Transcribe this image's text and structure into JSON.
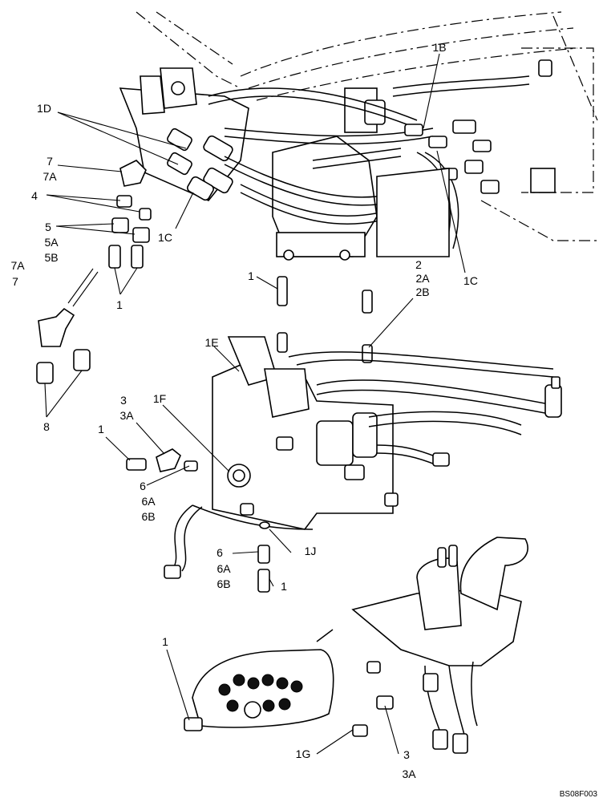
{
  "diagram": {
    "labels": {
      "l1B": "1B",
      "l1D": "1D",
      "l7": "7",
      "l7A": "7A",
      "l4": "4",
      "l5": "5",
      "l5A": "5A",
      "l5B": "5B",
      "l1C_left": "1C",
      "l1C_right": "1C",
      "l2": "2",
      "l2A": "2A",
      "l2B": "2B",
      "l7A_side": "7A",
      "l7_side": "7",
      "l1_top": "1",
      "l1_mid": "1",
      "l8": "8",
      "l1E": "1E",
      "l3": "3",
      "l3A": "3A",
      "l1F": "1F",
      "l1_left": "1",
      "l6": "6",
      "l6A": "6A",
      "l6B": "6B",
      "l6_lower": "6",
      "l6A_lower": "6A",
      "l6B_lower": "6B",
      "l1J": "1J",
      "l1_lower": "1",
      "l1_box": "1",
      "l1G": "1G",
      "l3_lower": "3",
      "l3A_lower": "3A"
    },
    "reference_code": "BS08F003"
  }
}
